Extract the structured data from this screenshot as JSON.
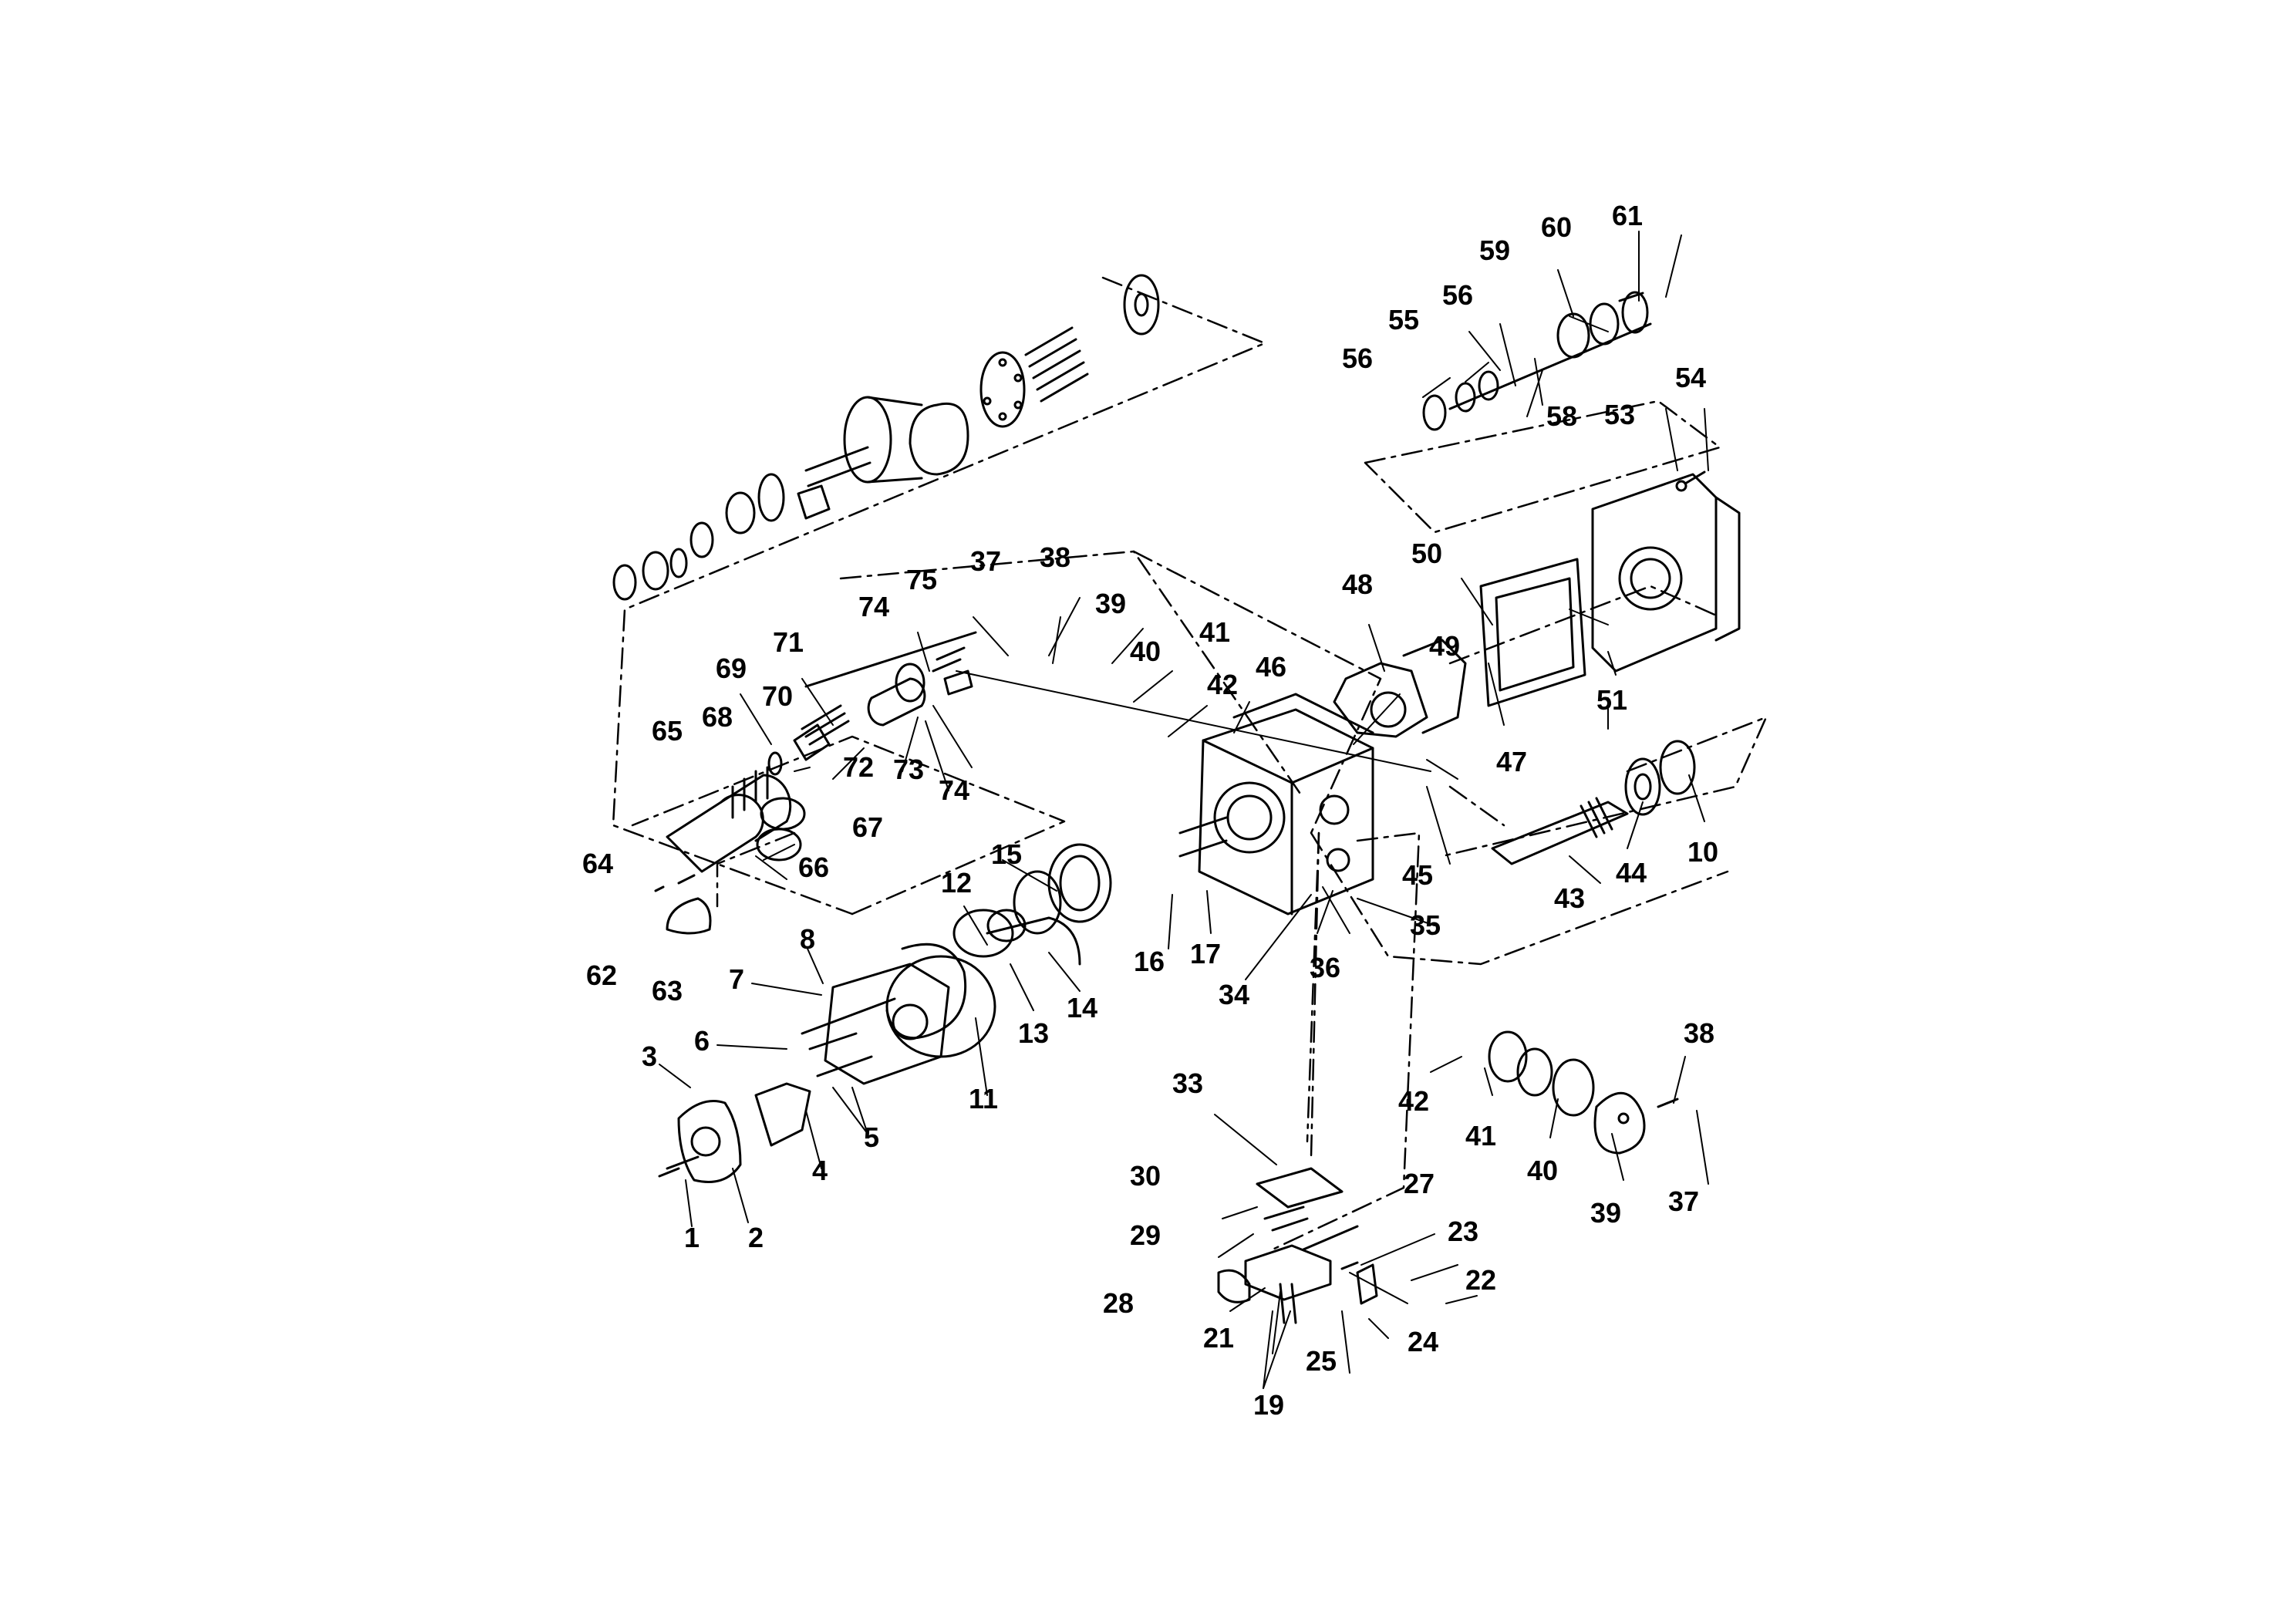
{
  "diagram": {
    "type": "exploded parts diagram",
    "line_color": "#000000",
    "background": "#ffffff",
    "callouts": [
      "1",
      "2",
      "3",
      "4",
      "5",
      "6",
      "7",
      "8",
      "10",
      "11",
      "12",
      "13",
      "14",
      "15",
      "16",
      "17",
      "19",
      "21",
      "22",
      "23",
      "24",
      "25",
      "27",
      "28",
      "29",
      "30",
      "33",
      "34",
      "35",
      "36",
      "37",
      "38",
      "39",
      "40",
      "41",
      "42",
      "43",
      "44",
      "45",
      "46",
      "47",
      "48",
      "49",
      "50",
      "51",
      "53",
      "54",
      "55",
      "56",
      "56",
      "58",
      "59",
      "60",
      "61",
      "62",
      "63",
      "64",
      "65",
      "66",
      "67",
      "68",
      "69",
      "70",
      "71",
      "72",
      "73",
      "74",
      "74",
      "75",
      "37",
      "38",
      "39",
      "40",
      "41",
      "42"
    ]
  }
}
